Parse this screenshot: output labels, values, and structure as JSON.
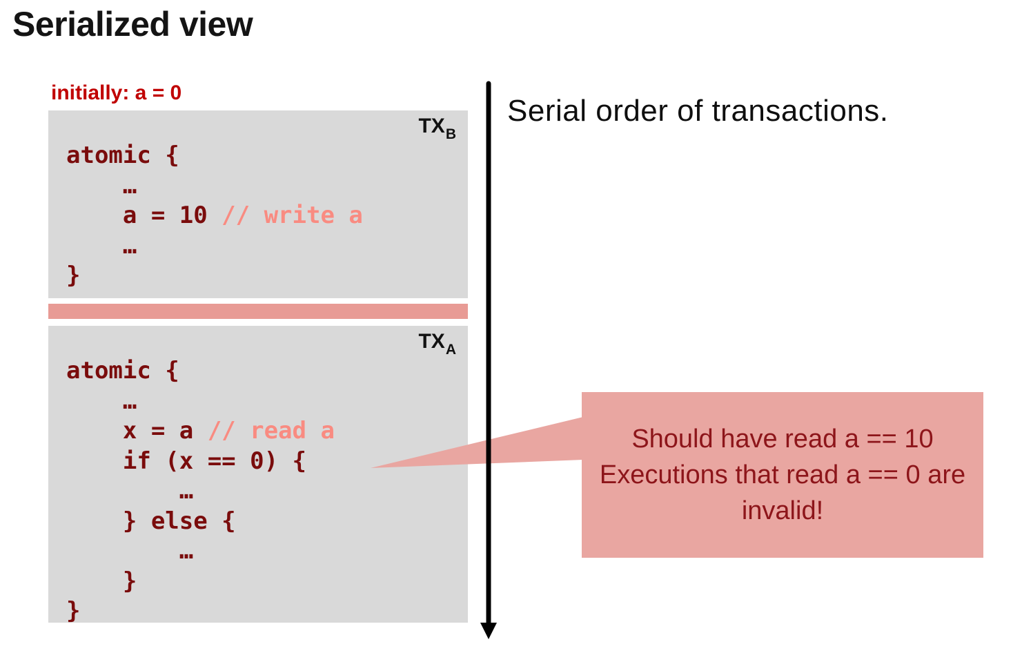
{
  "slide": {
    "title": "Serialized view",
    "initial_note": "initially: a = 0",
    "serial_caption": "Serial order of transactions."
  },
  "tx_b": {
    "label": {
      "base": "TX",
      "sub": "B"
    },
    "code": [
      [
        {
          "t": "atomic {",
          "c": "k"
        }
      ],
      [
        {
          "t": "    …",
          "c": "k"
        }
      ],
      [
        {
          "t": "    a = 10 ",
          "c": "k"
        },
        {
          "t": "// write a",
          "c": "m"
        }
      ],
      [
        {
          "t": "    …",
          "c": "k"
        }
      ],
      [
        {
          "t": "}",
          "c": "k"
        }
      ]
    ]
  },
  "tx_a": {
    "label": {
      "base": "TX",
      "sub": "A"
    },
    "code": [
      [
        {
          "t": "atomic {",
          "c": "k"
        }
      ],
      [
        {
          "t": "    …",
          "c": "k"
        }
      ],
      [
        {
          "t": "    x = a ",
          "c": "k"
        },
        {
          "t": "// read a",
          "c": "m"
        }
      ],
      [
        {
          "t": "    if (x == 0) {",
          "c": "k"
        }
      ],
      [
        {
          "t": "        …",
          "c": "k"
        }
      ],
      [
        {
          "t": "    } else {",
          "c": "k"
        }
      ],
      [
        {
          "t": "        …",
          "c": "k"
        }
      ],
      [
        {
          "t": "    }",
          "c": "k"
        }
      ],
      [
        {
          "t": "}",
          "c": "k"
        }
      ]
    ]
  },
  "callout": {
    "lines": [
      "Should have read a == 10",
      "Executions that read a == 0 are",
      "invalid!"
    ]
  },
  "colors": {
    "panel_gray": "#D9D9D9",
    "separator_salmon": "#E89B95",
    "callout_salmon": "#E9A6A1",
    "code_maroon": "#7A0C0C",
    "comment_salmon": "#F98B81",
    "note_red": "#C00000",
    "callout_text_red": "#8D151A"
  }
}
